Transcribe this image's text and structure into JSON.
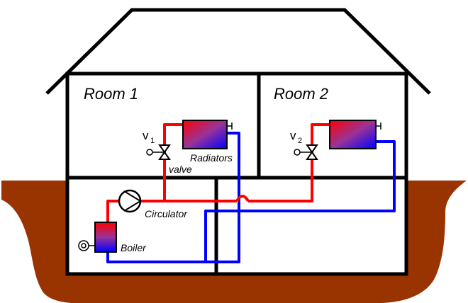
{
  "labels": {
    "room1": "Room 1",
    "room2": "Room 2",
    "radiators": "Radiators",
    "valve": "valve",
    "circulator": "Circulator",
    "boiler": "Boiler",
    "v1_main": "v",
    "v1_sub": "1",
    "v2_main": "v",
    "v2_sub": "2"
  },
  "colors": {
    "ground": "#993300",
    "hot_pipe": "#ff0000",
    "cold_pipe": "#0000ff",
    "walls": "#000000"
  }
}
